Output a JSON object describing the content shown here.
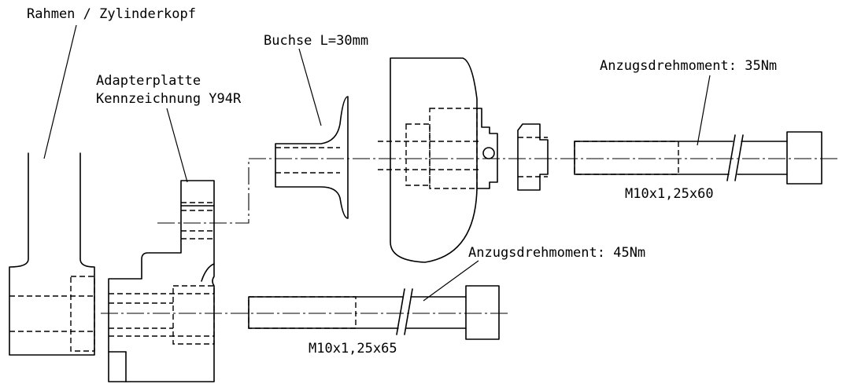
{
  "labels": {
    "frame_head": "Rahmen / Zylinderkopf",
    "bushing": "Buchse L=30mm",
    "adapter_plate": "Adapterplatte",
    "adapter_marking": "Kennzeichnung Y94R",
    "torque_upper": "Anzugsdrehmoment: 35Nm",
    "torque_lower": "Anzugsdrehmoment: 45Nm",
    "bolt_upper": "M10x1,25x60",
    "bolt_lower": "M10x1,25x65"
  }
}
